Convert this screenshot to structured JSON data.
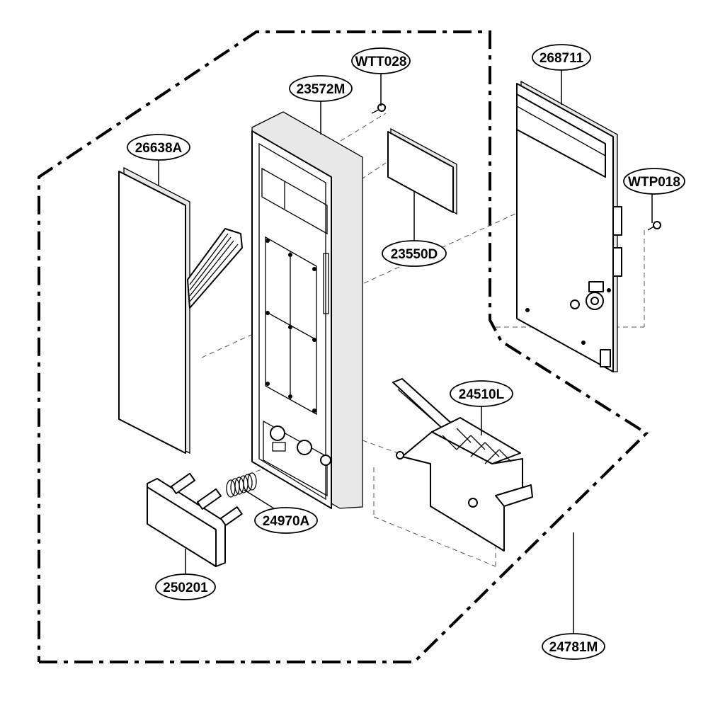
{
  "labels": {
    "wtt028": "WTT028",
    "p23572m": "23572M",
    "p268711": "268711",
    "p26638a": "26638A",
    "wtp018": "WTP018",
    "p23550d": "23550D",
    "p24510l": "24510L",
    "p24970a": "24970A",
    "p250201": "250201",
    "p24781m": "24781M"
  }
}
